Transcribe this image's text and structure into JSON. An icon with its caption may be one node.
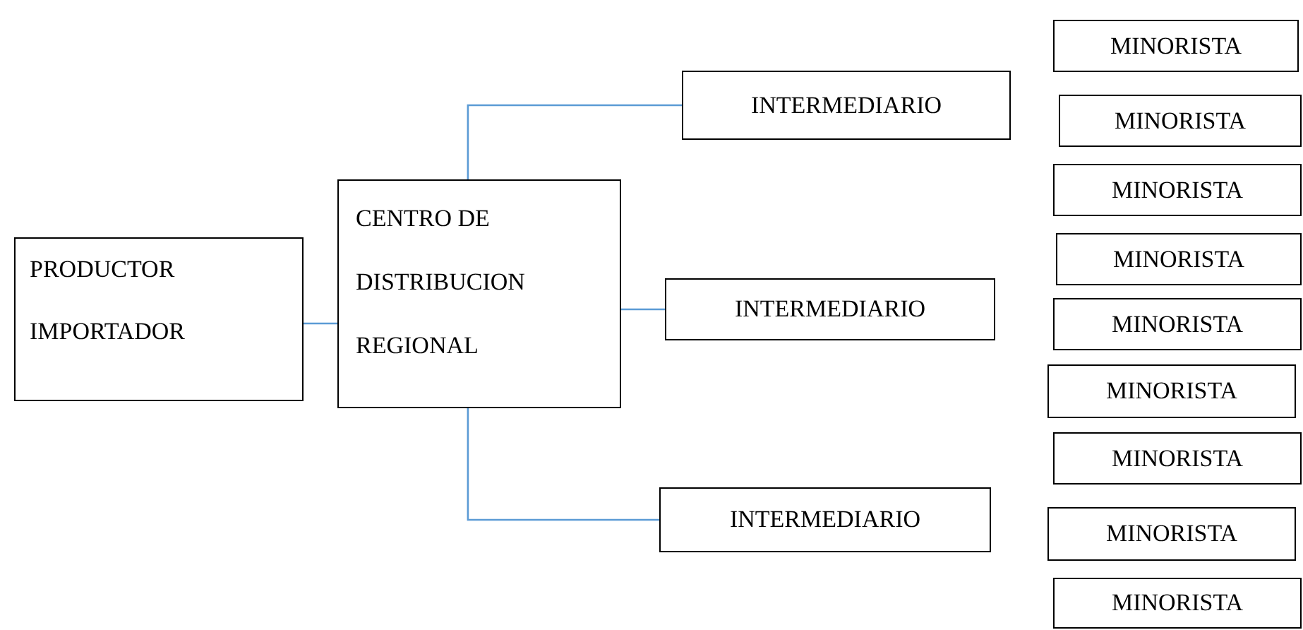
{
  "diagram": {
    "nodes": [
      {
        "text": [
          "PRODUCTOR IMPORTADOR"
        ]
      },
      {
        "text": [
          "CENTRO DE DISTRIBUCION REGIONAL"
        ]
      },
      {
        "text": [
          "INTERMEDIARIO"
        ]
      },
      {
        "text": [
          "INTERMEDIARIO"
        ]
      },
      {
        "text": [
          "INTERMEDIARIO"
        ]
      },
      {
        "text": [
          "MINORISTA"
        ]
      },
      {
        "text": [
          "MINORISTA"
        ]
      },
      {
        "text": [
          "MINORISTA"
        ]
      },
      {
        "text": [
          "MINORISTA"
        ]
      },
      {
        "text": [
          "MINORISTA"
        ]
      },
      {
        "text": [
          "MINORISTA"
        ]
      },
      {
        "text": [
          "MINORISTA"
        ]
      },
      {
        "text": [
          "MINORISTA"
        ]
      },
      {
        "text": [
          "MINORISTA"
        ]
      }
    ],
    "edges": [
      {
        "from": 0,
        "to": 1,
        "arrow": "none"
      },
      {
        "from": 1,
        "to": 2,
        "arrow": "none"
      },
      {
        "from": 1,
        "to": 3,
        "arrow": "none"
      },
      {
        "from": 1,
        "to": 4,
        "arrow": "none"
      }
    ]
  }
}
